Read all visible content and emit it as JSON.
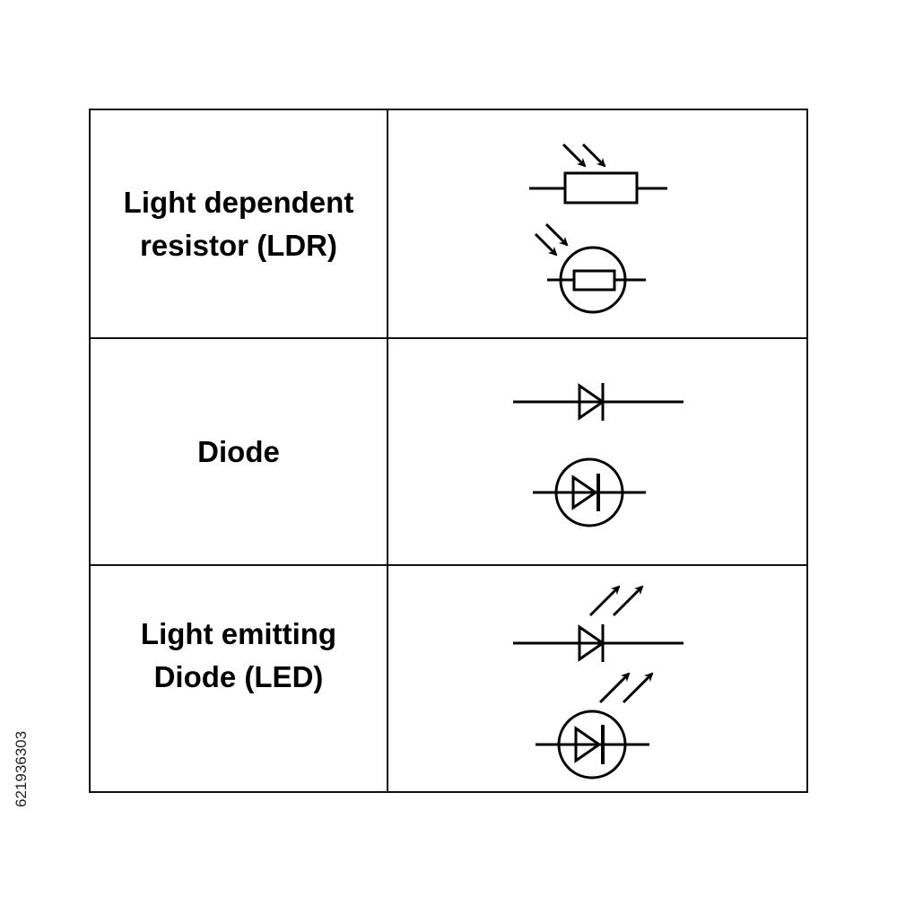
{
  "rows": [
    {
      "label_line1": "Light dependent",
      "label_line2": "resistor (LDR)",
      "symbols": [
        "ldr-resistor",
        "ldr-circle"
      ]
    },
    {
      "label_line1": "Diode",
      "symbols": [
        "diode",
        "diode-circle"
      ]
    },
    {
      "label_line1": "Light emitting",
      "label_line2": "Diode (LED)",
      "symbols": [
        "led-diode",
        "led-circle"
      ]
    }
  ],
  "side_code": "621936303",
  "colors": {
    "stroke": "#000000",
    "border": "#111111",
    "background": "#ffffff"
  }
}
